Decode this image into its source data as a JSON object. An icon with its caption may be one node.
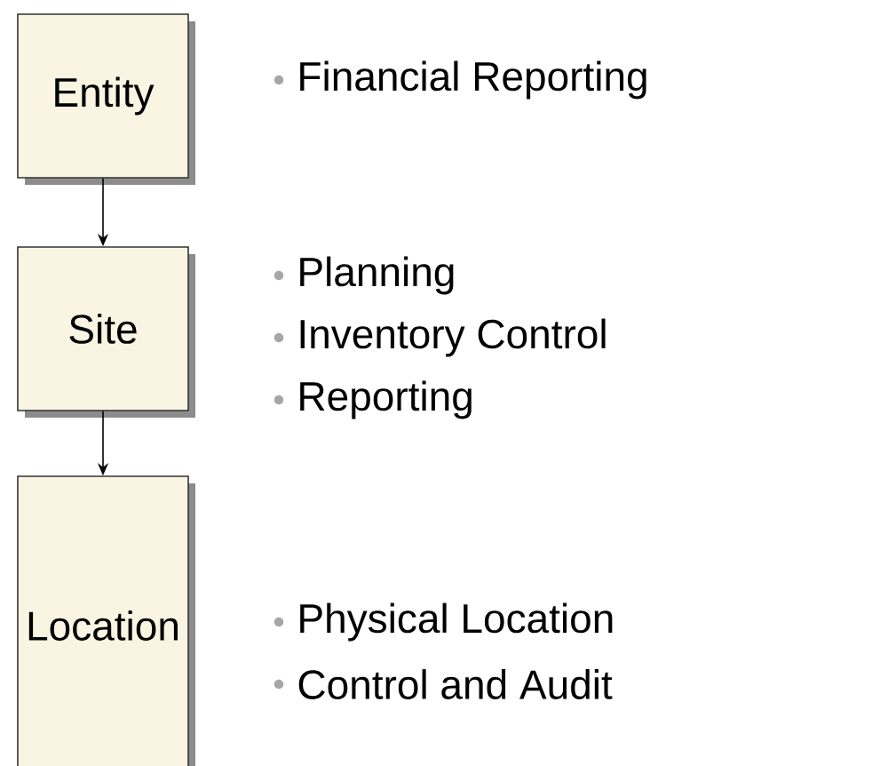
{
  "diagram": {
    "nodes": [
      {
        "text": [
          "Entity"
        ],
        "beside": [
          "Financial Reporting"
        ]
      },
      {
        "text": [
          "Site"
        ],
        "beside": [
          "Planning",
          "Inventory Control",
          "Reporting"
        ]
      },
      {
        "text": [
          "Location"
        ],
        "beside": [
          "Physical Location",
          "Control and Audit"
        ]
      }
    ],
    "edges": [
      {
        "from": 0,
        "to": 1,
        "arrow": "to"
      },
      {
        "from": 1,
        "to": 2,
        "arrow": "to"
      }
    ]
  }
}
